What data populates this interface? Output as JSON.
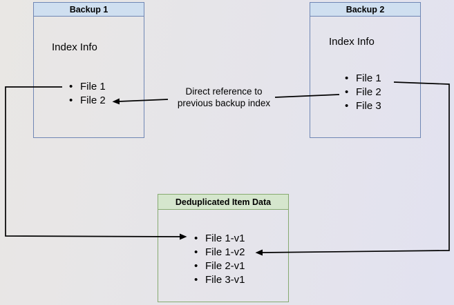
{
  "diagram": {
    "backup1": {
      "title": "Backup 1",
      "subtitle": "Index Info",
      "items": [
        "File 1",
        "File 2"
      ]
    },
    "backup2": {
      "title": "Backup 2",
      "subtitle": "Index Info",
      "items": [
        "File 1",
        "File 2",
        "File 3"
      ]
    },
    "dedup": {
      "title": "Deduplicated Item Data",
      "items": [
        "File 1-v1",
        "File 1-v2",
        "File 2-v1",
        "File 3-v1"
      ]
    },
    "annotation": {
      "line1": "Direct reference to",
      "line2": "previous backup index"
    }
  },
  "colors": {
    "blue_header_fill": "#cfdff0",
    "blue_border": "#6f86b4",
    "green_header_fill": "#d5e6cd",
    "green_border": "#86aa70",
    "connector": "#000000",
    "text": "#000000",
    "background_left": "#e9e7e4",
    "background_right": "#e2e2f0"
  }
}
